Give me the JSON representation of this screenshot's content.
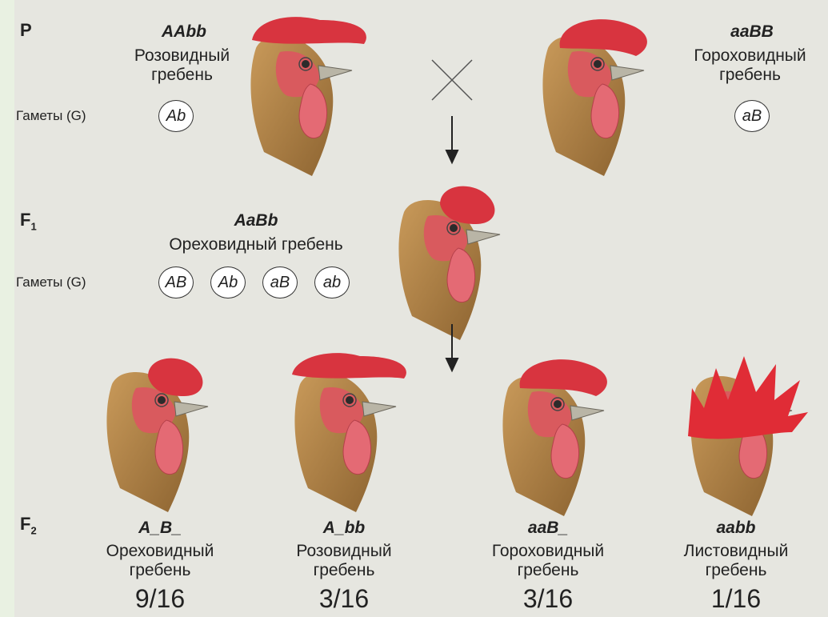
{
  "parents": {
    "row_label": "P",
    "left": {
      "genotype": "AAbb",
      "phenotype_line1": "Розовидный",
      "phenotype_line2": "гребень",
      "gamete": "Ab",
      "comb": "rose-comb"
    },
    "right": {
      "genotype": "aaBB",
      "phenotype_line1": "Гороховидный",
      "phenotype_line2": "гребень",
      "gamete": "aB",
      "comb": "pea-comb"
    },
    "gametes_label": "Гаметы (G)",
    "cross_symbol": "×"
  },
  "f1": {
    "row_label": "F",
    "row_sub": "1",
    "genotype": "AaBb",
    "phenotype": "Ореховидный гребень",
    "gametes_label": "Гаметы (G)",
    "gametes": [
      "AB",
      "Ab",
      "aB",
      "ab"
    ],
    "comb": "walnut-comb"
  },
  "f2": {
    "row_label": "F",
    "row_sub": "2",
    "offspring": [
      {
        "genotype": "A_B_",
        "phenotype_line1": "Ореховидный",
        "phenotype_line2": "гребень",
        "ratio": "9/16",
        "comb": "walnut-comb"
      },
      {
        "genotype": "A_bb",
        "phenotype_line1": "Розовидный",
        "phenotype_line2": "гребень",
        "ratio": "3/16",
        "comb": "rose-comb"
      },
      {
        "genotype": "aaB_",
        "phenotype_line1": "Гороховидный",
        "phenotype_line2": "гребень",
        "ratio": "3/16",
        "comb": "pea-comb"
      },
      {
        "genotype": "aabb",
        "phenotype_line1": "Листовидный",
        "phenotype_line2": "гребень",
        "ratio": "1/16",
        "comb": "single-comb"
      }
    ]
  },
  "colors": {
    "comb": "#d8343f",
    "wattle": "#e4606a",
    "feather": "#b98a4e",
    "background": "#e6e6e0"
  }
}
